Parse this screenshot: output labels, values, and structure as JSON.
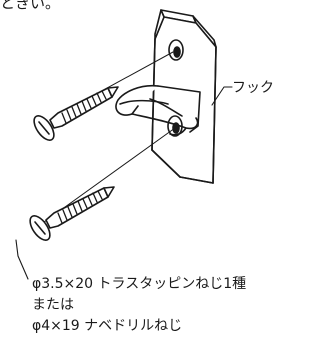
{
  "top_text": "ときい。",
  "hook_label": "フック",
  "screw_notes": {
    "line1": "φ3.5×20 トラスタッピンねじ1種",
    "line2": "または",
    "line3": "φ4×19 ナベドリルねじ"
  }
}
